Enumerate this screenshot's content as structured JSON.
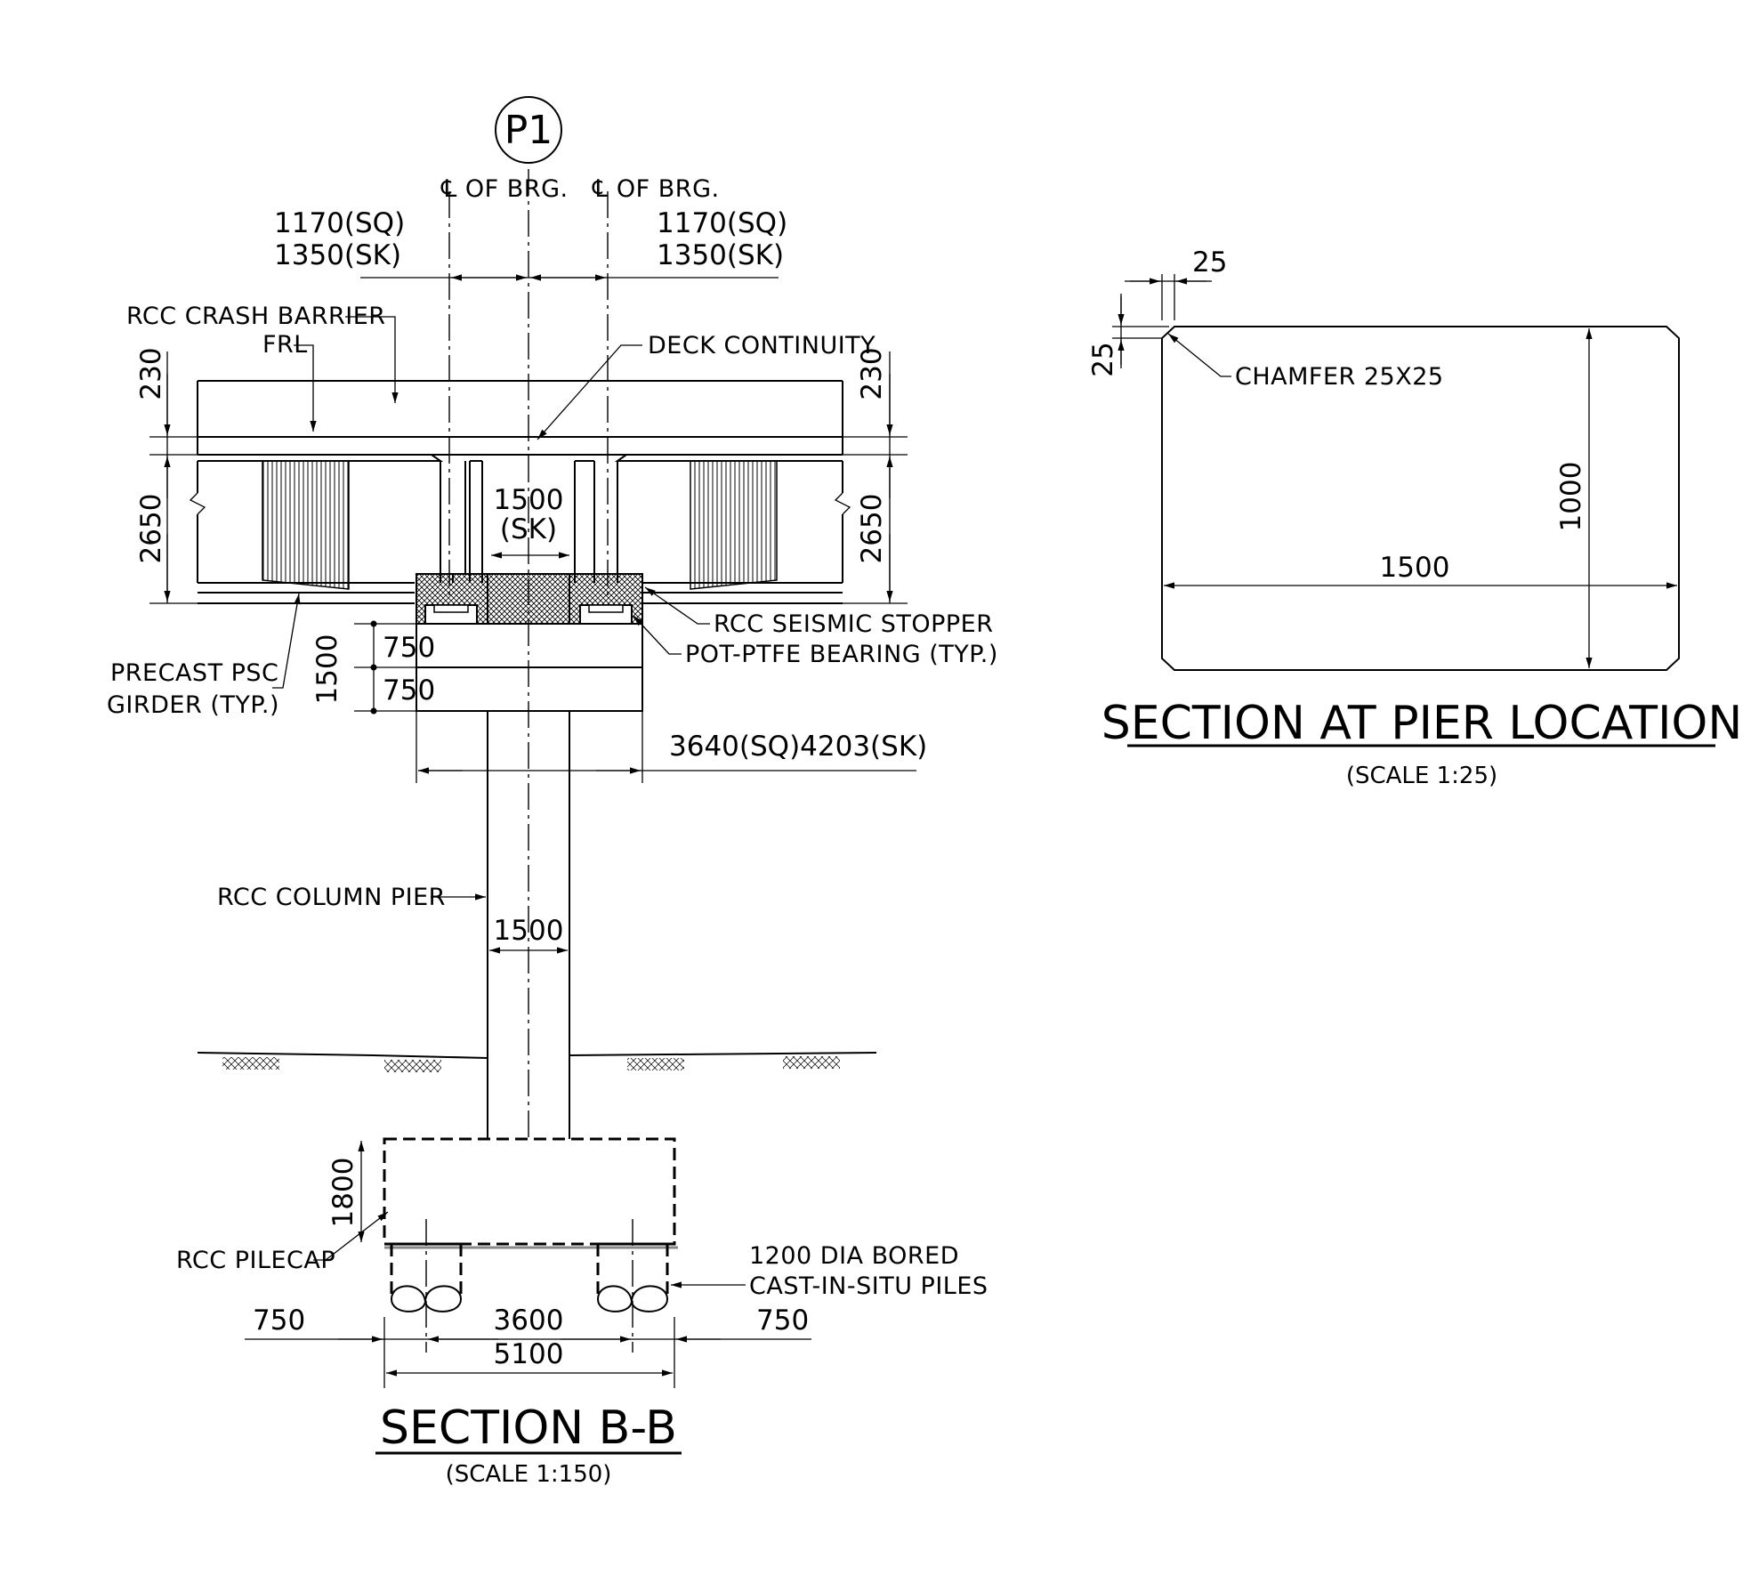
{
  "section_bb": {
    "pier_id": "P1",
    "cl_bearing_left": "℄ OF BRG.",
    "cl_bearing_right": "℄ OF BRG.",
    "brg_offset_left_sq": "1170(SQ)",
    "brg_offset_left_sk": "1350(SK)",
    "brg_offset_right_sq": "1170(SQ)",
    "brg_offset_right_sk": "1350(SK)",
    "crash_barrier_label": "RCC CRASH BARRIER",
    "frl_label": "FRL",
    "deck_continuity_label": "DECK CONTINUITY",
    "dim_barrier_left": "230",
    "dim_barrier_right": "230",
    "dim_girder_left": "2650",
    "dim_girder_right": "2650",
    "dim_gap_value": "1500",
    "dim_gap_note": "(SK)",
    "seismic_stopper_label": "RCC SEISMIC STOPPER",
    "bearing_label": "POT-PTFE BEARING (TYP.)",
    "girder_label_line1": "PRECAST PSC",
    "girder_label_line2": "GIRDER (TYP.)",
    "dim_piercap_total": "1500",
    "dim_piercap_upper": "750",
    "dim_piercap_lower": "750",
    "dim_piercap_width": "3640(SQ)4203(SK)",
    "column_label": "RCC COLUMN PIER",
    "dim_column_width": "1500",
    "dim_pilecap_depth": "1800",
    "pilecap_label": "RCC PILECAP",
    "piles_label_line1": "1200 DIA BORED",
    "piles_label_line2": "CAST-IN-SITU PILES",
    "dim_edge_left": "750",
    "dim_pile_spacing": "3600",
    "dim_edge_right": "750",
    "dim_pilecap_width": "5100",
    "title": "SECTION B-B",
    "scale": "(SCALE   1:150)"
  },
  "section_pier": {
    "dim_chamfer_h": "25",
    "dim_chamfer_v": "25",
    "chamfer_label": "CHAMFER 25X25",
    "dim_width": "1500",
    "dim_height": "1000",
    "title": "SECTION AT PIER LOCATION",
    "scale": "(SCALE   1:25)"
  }
}
